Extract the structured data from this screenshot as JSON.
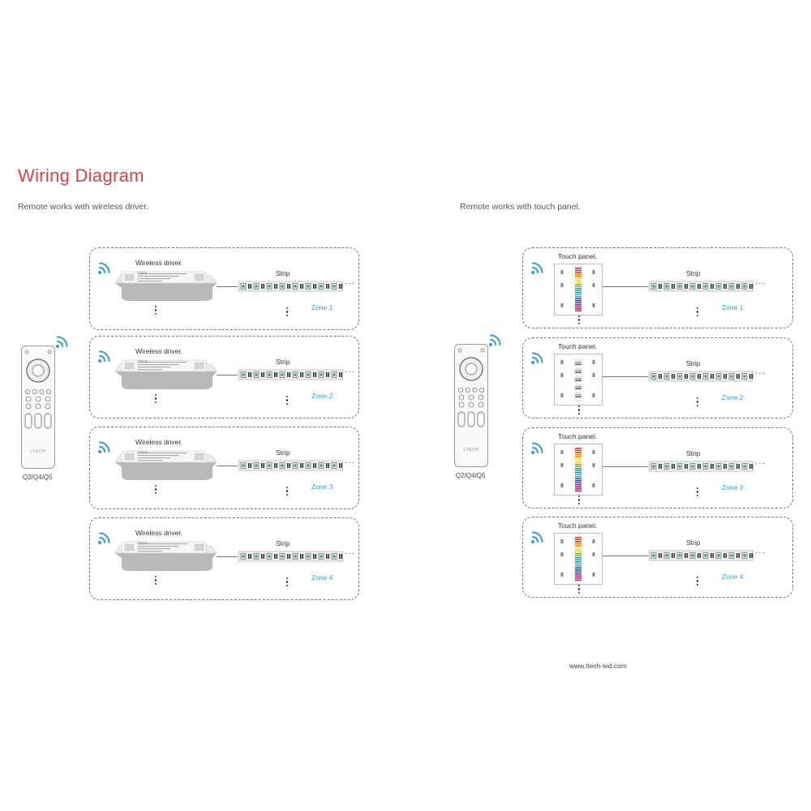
{
  "title": "Wiring Diagram",
  "left": {
    "subtitle": "Remote works with wireless driver.",
    "device_label": "Wireless driver.",
    "strip_label": "Strip",
    "remote_label": "Q2/Q4/Q5",
    "zones": [
      "Zone 1",
      "Zone 2",
      "Zone 3",
      "Zone 4"
    ]
  },
  "right": {
    "subtitle": "Remote works with touch panel.",
    "device_label": "Touch panel.",
    "strip_label": "Strip",
    "remote_label": "Q2/Q4/Q5",
    "zones": [
      "Zone 1",
      "Zone 2",
      "Zone 3",
      "Zone 4"
    ]
  },
  "brand": {
    "remote_logo": "LTECH",
    "driver_logo": "LTECH"
  },
  "website": "www.ltech-led.com",
  "colors": {
    "title": "#e0413f",
    "zone_label": "#2f9fd6",
    "wifi": "#2f9fd6"
  }
}
